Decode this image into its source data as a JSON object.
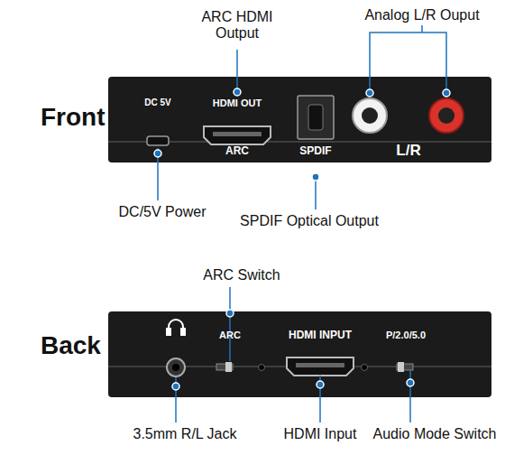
{
  "diagram": {
    "nodes": [
      {
        "text": [
          "Front",
          "DC 5V",
          "HDMI OUT",
          "ARC",
          "SPDIF",
          "L/R"
        ]
      },
      {
        "text": [
          "Back",
          "ARC",
          "HDMI INPUT",
          "P/2.0/5.0"
        ]
      }
    ],
    "labels": [
      "ARC HDMI Output",
      "Analog L/R Ouput",
      "DC/5V Power",
      "SPDIF Optical Output",
      "ARC Switch",
      "3.5mm R/L Jack",
      "HDMI Input",
      "Audio Mode Switch"
    ]
  }
}
